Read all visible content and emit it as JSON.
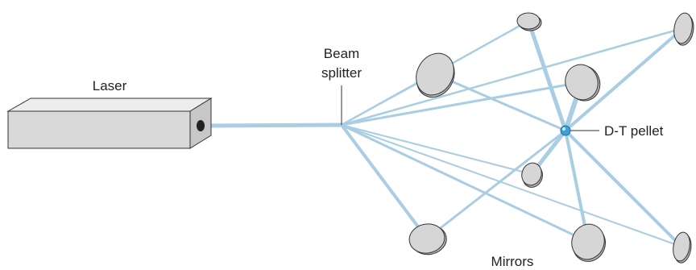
{
  "labels": {
    "laser": "Laser",
    "beam_splitter_line1": "Beam",
    "beam_splitter_line2": "splitter",
    "pellet": "D-T pellet",
    "mirrors": "Mirrors"
  },
  "colors": {
    "beam": "#a9cde3",
    "laser_front": "#d9d9d9",
    "laser_top": "#ededed",
    "laser_side": "#c7c7c7",
    "mirror_face": "#d6d6d6",
    "mirror_rim": "#b5b5b5",
    "pellet": "#3f9fd2",
    "outline": "#333333"
  },
  "icons": {
    "laser": "laser-box-icon",
    "mirror": "mirror-disc-icon",
    "pellet": "pellet-sphere-icon"
  }
}
